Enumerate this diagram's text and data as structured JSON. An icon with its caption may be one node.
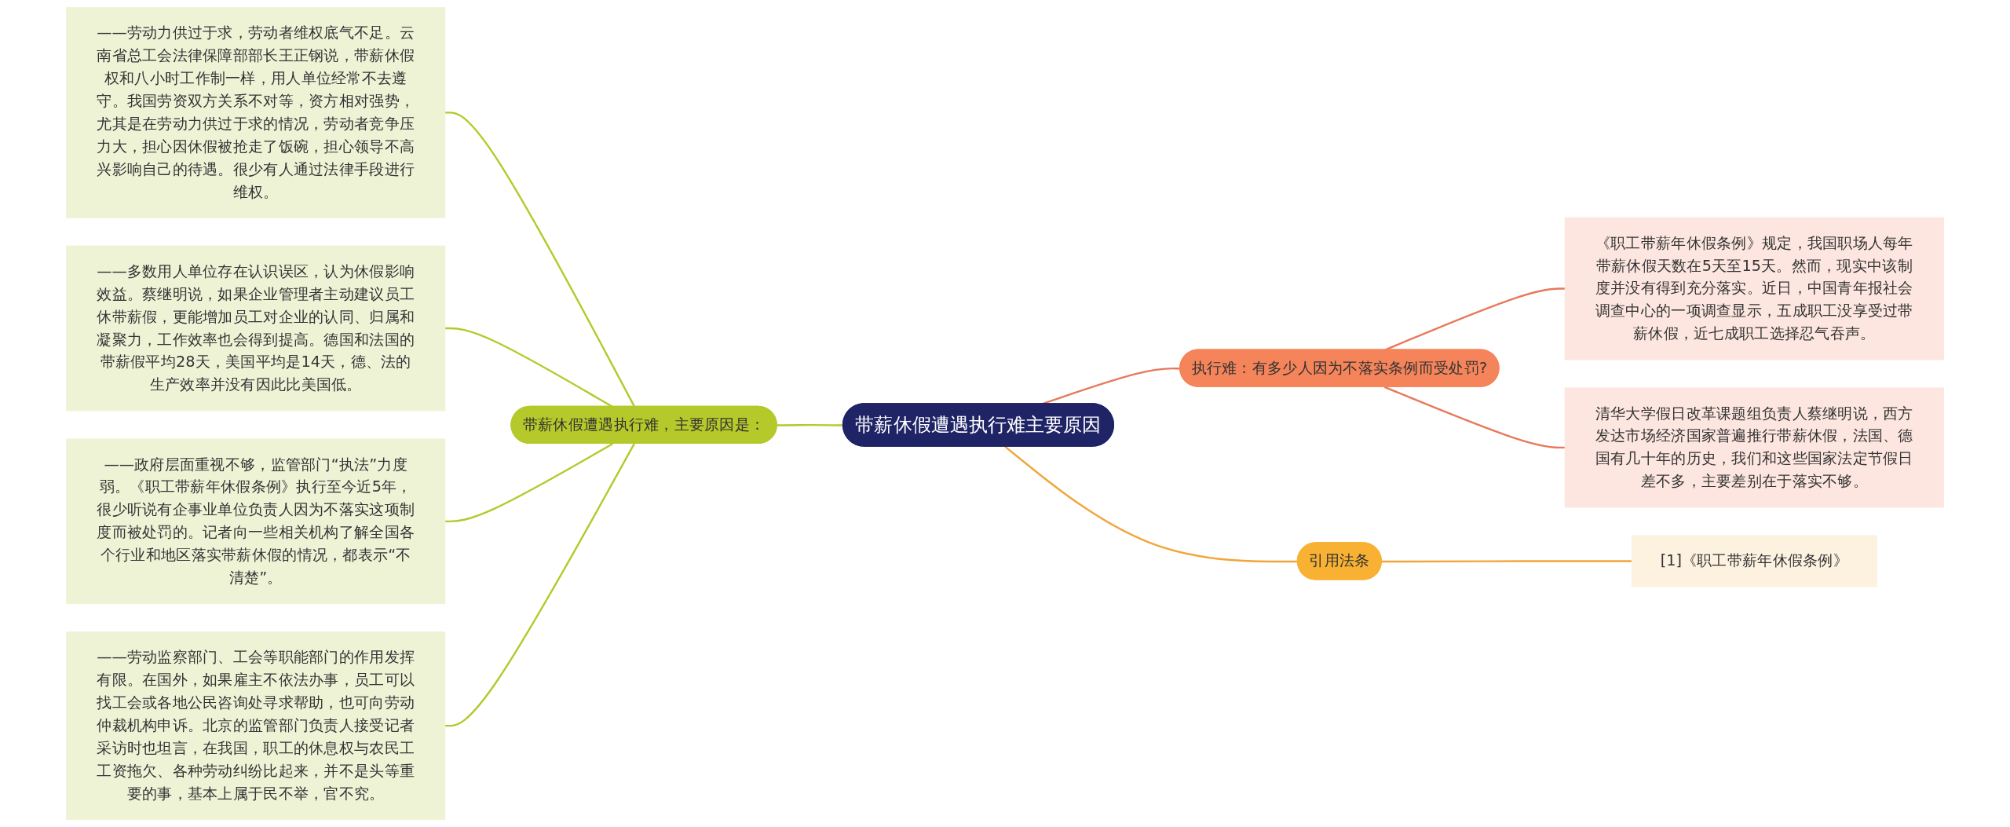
{
  "diagram": {
    "nodes": [
      {
        "text": [
          "带薪休假遭遇执行难主要原因"
        ]
      },
      {
        "text": [
          "带薪休假遭遇执行难，主要原因是："
        ]
      },
      {
        "text": [
          "——劳动力供过于求，劳动者维权底气不足。云南省总工会法律保障部部长王正钢说，带薪休假权和八小时工作制一样，用人单位经常不去遵守。我国劳资双方关系不对等，资方相对强势，尤其是在劳动力供过于求的情况，劳动者竞争压力大，担心因休假被抢走了饭碗，担心领导不高兴影响自己的待遇。很少有人通过法律手段进行维权。"
        ]
      },
      {
        "text": [
          "——多数用人单位存在认识误区，认为休假影响效益。蔡继明说，如果企业管理者主动建议员工休带薪假，更能增加员工对企业的认同、归属和凝聚力，工作效率也会得到提高。德国和法国的带薪假平均28天，美国平均是14天，德、法的生产效率并没有因此比美国低。"
        ]
      },
      {
        "text": [
          "——政府层面重视不够，监管部门“执法”力度弱。《职工带薪年休假条例》执行至今近5年，很少听说有企事业单位负责人因为不落实这项制度而被处罚的。记者向一些相关机构了解全国各个行业和地区落实带薪休假的情况，都表示“不清楚”。"
        ]
      },
      {
        "text": [
          "——劳动监察部门、工会等职能部门的作用发挥有限。在国外，如果雇主不依法办事，员工可以找工会或各地公民咨询处寻求帮助，也可向劳动仲裁机构申诉。北京的监管部门负责人接受记者采访时也坦言，在我国，职工的休息权与农民工工资拖欠、各种劳动纠纷比起来，并不是头等重要的事，基本上属于民不举，官不究。"
        ]
      },
      {
        "text": [
          "执行难：有多少人因为不落实条例而受处罚?"
        ]
      },
      {
        "text": [
          "《职工带薪年休假条例》规定，我国职场人每年带薪休假天数在5天至15天。然而，现实中该制度并没有得到充分落实。近日，中国青年报社会调查中心的一项调查显示，五成职工没享受过带薪休假，近七成职工选择忍气吞声。"
        ]
      },
      {
        "text": [
          "清华大学假日改革课题组负责人蔡继明说，西方发达市场经济国家普遍推行带薪休假，法国、德国有几十年的历史，我们和这些国家法定节假日差不多，主要差别在于落实不够。"
        ]
      },
      {
        "text": [
          "引用法条"
        ]
      },
      {
        "text": [
          "[1]《职工带薪年休假条例》"
        ]
      }
    ],
    "edges": [
      {
        "from": 1,
        "to": 0,
        "arrow": "none"
      },
      {
        "from": 2,
        "to": 1,
        "arrow": "none"
      },
      {
        "from": 3,
        "to": 1,
        "arrow": "none"
      },
      {
        "from": 4,
        "to": 1,
        "arrow": "none"
      },
      {
        "from": 5,
        "to": 1,
        "arrow": "none"
      },
      {
        "from": 0,
        "to": 6,
        "arrow": "none",
        "color": "#e8785a"
      },
      {
        "from": 6,
        "to": 7,
        "arrow": "none",
        "color": "#e8785a"
      },
      {
        "from": 6,
        "to": 8,
        "arrow": "none",
        "color": "#e8785a"
      },
      {
        "from": 0,
        "to": 9,
        "arrow": "none",
        "color": "#f2a53a"
      },
      {
        "from": 9,
        "to": 10,
        "arrow": "none",
        "color": "#f2a53a"
      }
    ]
  }
}
